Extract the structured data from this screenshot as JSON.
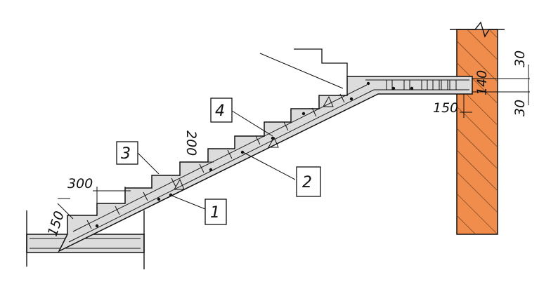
{
  "colors": {
    "concrete": "#dcdcdc",
    "wall": "#f08c4c",
    "line": "#111111",
    "callout_fill": "#ffffff"
  },
  "dimensions": {
    "tread": "300",
    "riser": "200",
    "waist": "150",
    "landing_slab": "140",
    "finish_top": "30",
    "finish_bottom": "30",
    "wall_bearing": "150"
  },
  "callouts": {
    "c1": "1",
    "c2": "2",
    "c3": "3",
    "c4": "4"
  }
}
